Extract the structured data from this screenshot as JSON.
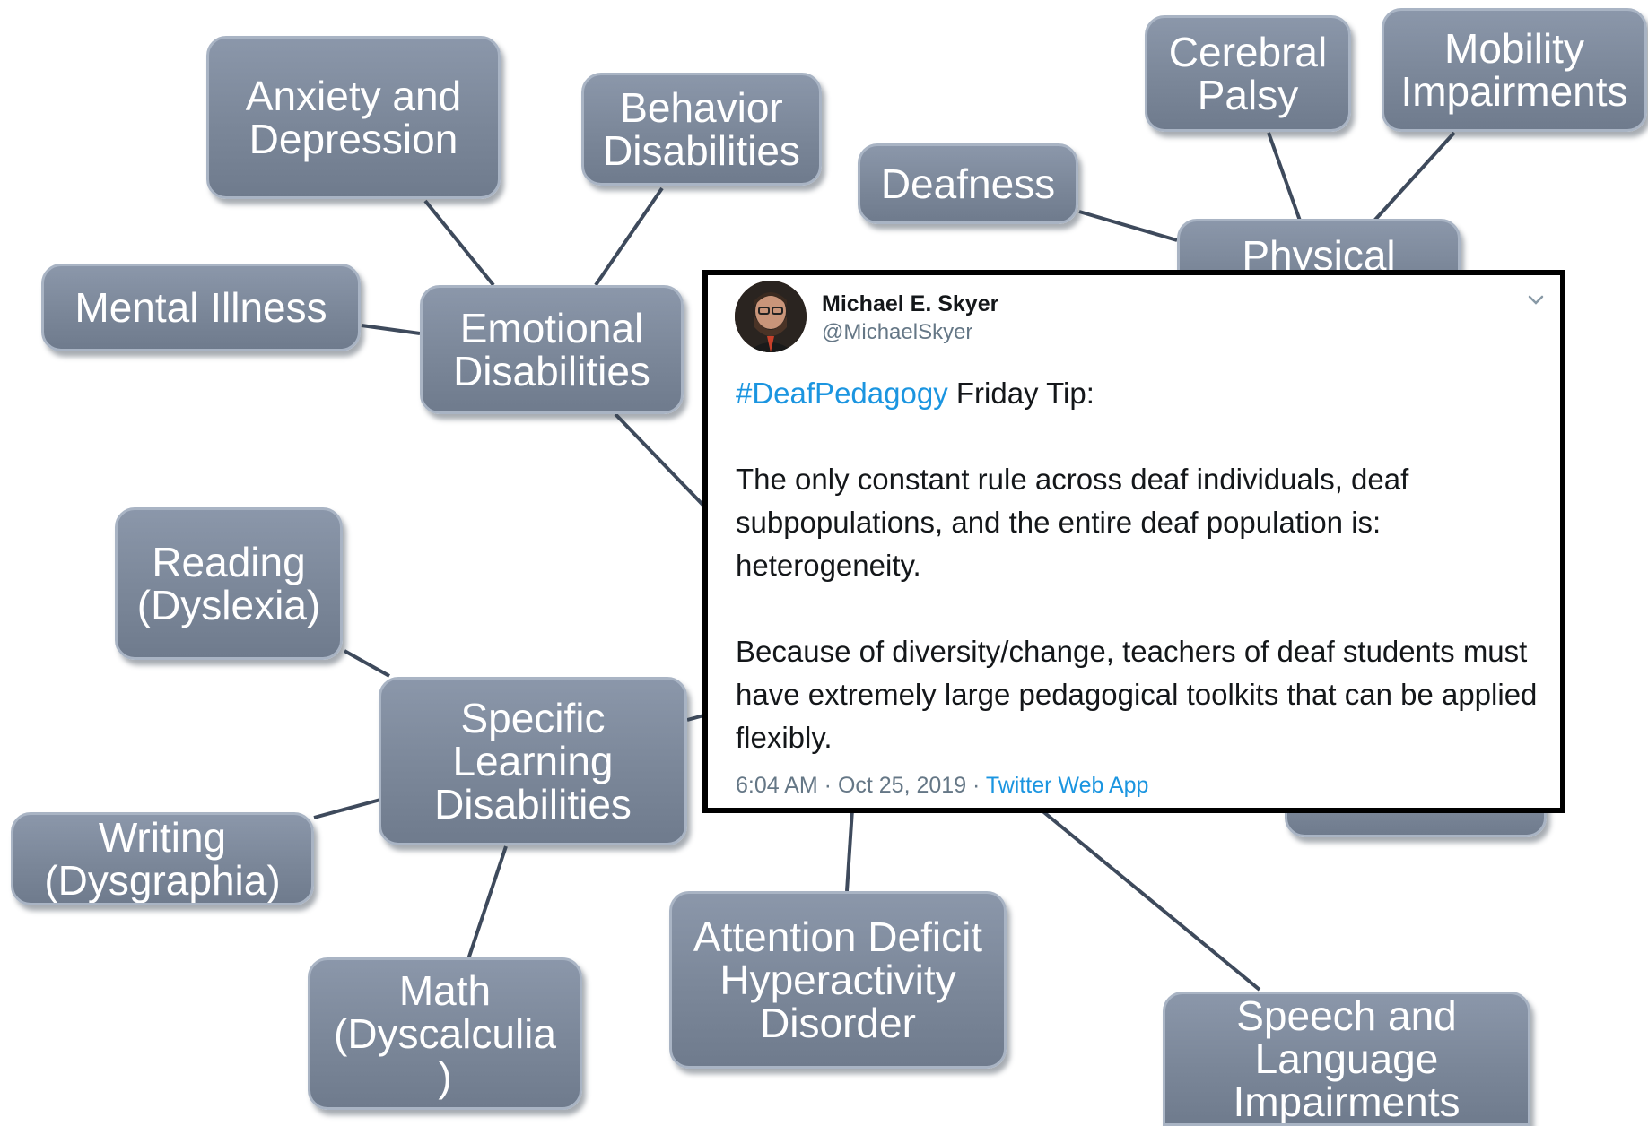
{
  "nodes": {
    "anxiety": "Anxiety and\nDepression",
    "behavior": "Behavior\nDisabilities",
    "mental_illness": "Mental Illness",
    "emotional": "Emotional\nDisabilities",
    "deafness": "Deafness",
    "cerebral_palsy": "Cerebral\nPalsy",
    "mobility": "Mobility\nImpairments",
    "physical": "Physical",
    "reading": "Reading\n(Dyslexia)",
    "specific_learning": "Specific\nLearning\nDisabilities",
    "writing": "Writing\n(Dysgraphia)",
    "math": "Math\n(Dyscalculia\n)",
    "adhd": "Attention Deficit\nHyperactivity\nDisorder",
    "speech": "Speech and\nLanguage\nImpairments"
  },
  "tweet": {
    "author_name": "Michael E. Skyer",
    "author_handle": "@MichaelSkyer",
    "hashtag": "#DeafPedagogy",
    "first_line_rest": " Friday Tip:",
    "paragraph_2": "The only constant rule across deaf individuals, deaf subpopulations, and the entire deaf population is: heterogeneity.",
    "paragraph_3": "Because of diversity/change, teachers of deaf students must have extremely large pedagogical toolkits that can be applied flexibly.",
    "timestamp": "6:04 AM · Oct 25, 2019 · ",
    "source_app": "Twitter Web App"
  },
  "colors": {
    "node_fill": "#7b8799",
    "node_border": "#a9b4c4",
    "edge": "#3e4a5c",
    "hashtag": "#1b95e0",
    "meta_text": "#657786"
  },
  "icons": {
    "menu": "chevron-down-icon",
    "avatar": "profile-photo"
  }
}
